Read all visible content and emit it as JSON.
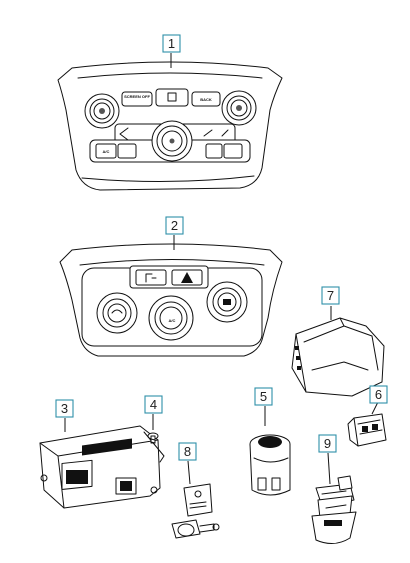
{
  "diagram": {
    "callouts": [
      {
        "id": "1",
        "label": "1"
      },
      {
        "id": "2",
        "label": "2"
      },
      {
        "id": "3",
        "label": "3"
      },
      {
        "id": "4",
        "label": "4"
      },
      {
        "id": "5",
        "label": "5"
      },
      {
        "id": "6",
        "label": "6"
      },
      {
        "id": "7",
        "label": "7"
      },
      {
        "id": "8",
        "label": "8"
      },
      {
        "id": "9",
        "label": "9"
      }
    ],
    "panel1_buttons": {
      "screen_off": "SCREEN OFF",
      "back": "BACK",
      "ac": "A/C"
    },
    "panel2_labels": {
      "ac": "A/C"
    },
    "colors": {
      "callout_border": "#2f8fa8",
      "line": "#111111"
    }
  }
}
